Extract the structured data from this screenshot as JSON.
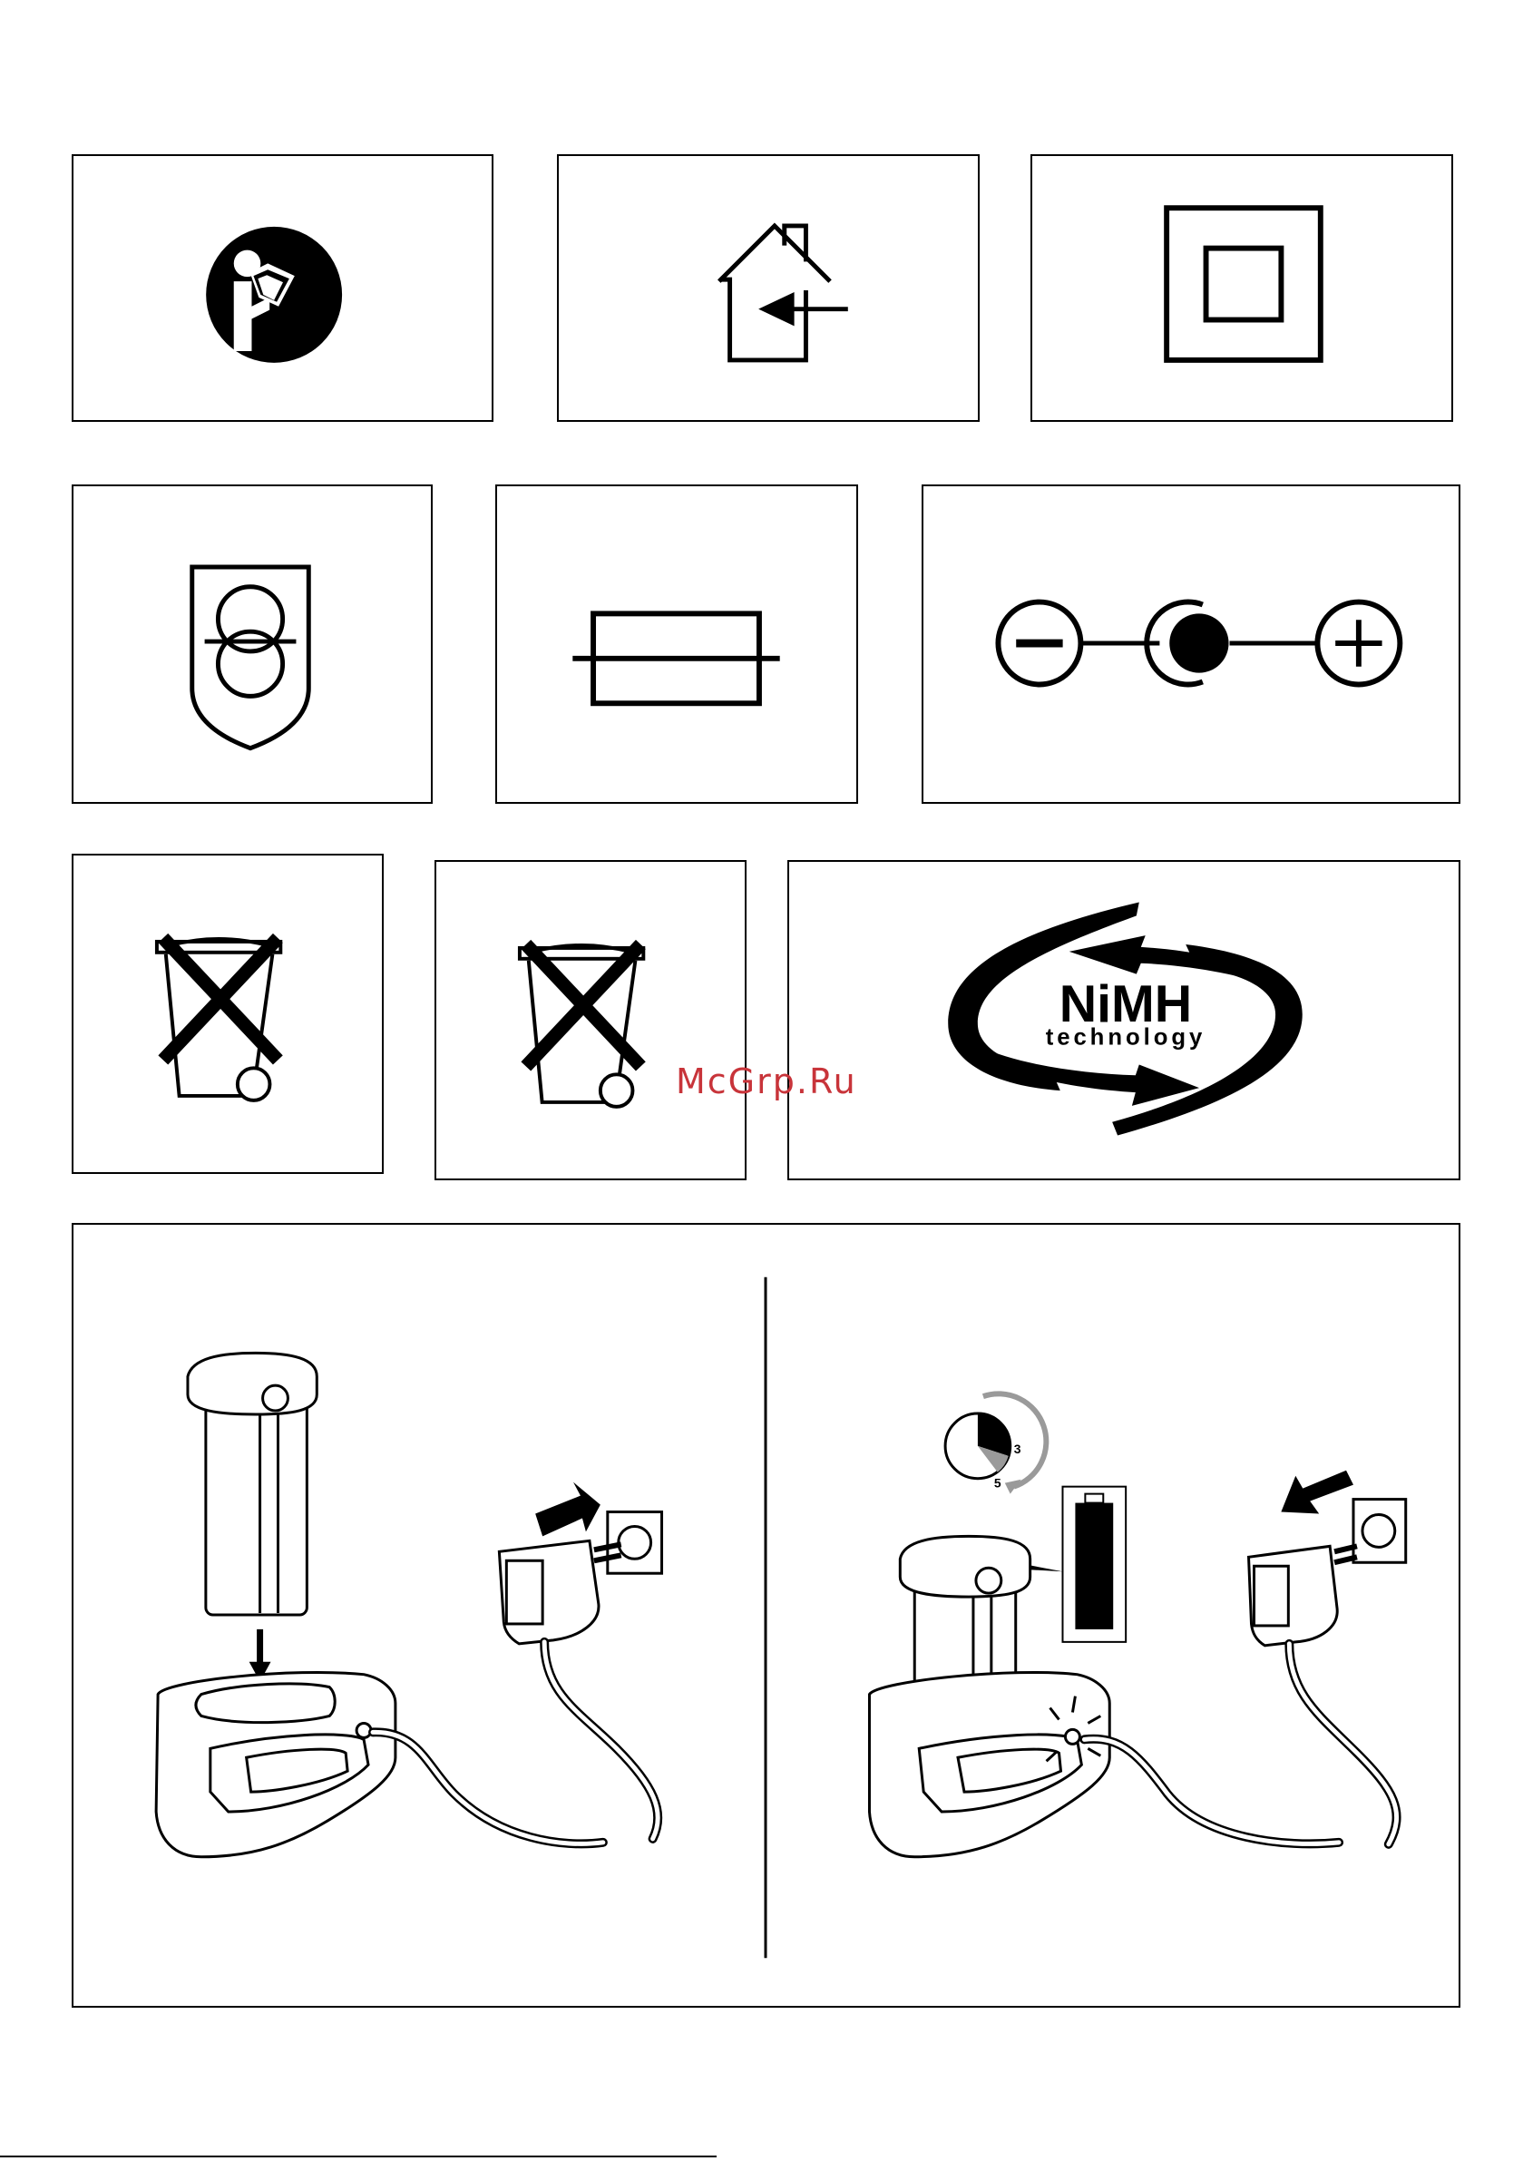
{
  "logo_text": {
    "nimh_line1": "NiMH",
    "nimh_line2": "technology"
  },
  "charge_indicator": {
    "mark_start": "3",
    "mark_end": "5"
  },
  "watermark": "McGrp.Ru",
  "colors": {
    "ink": "#000000",
    "gray": "#9a9a9a",
    "watermark": "#c8343a"
  }
}
